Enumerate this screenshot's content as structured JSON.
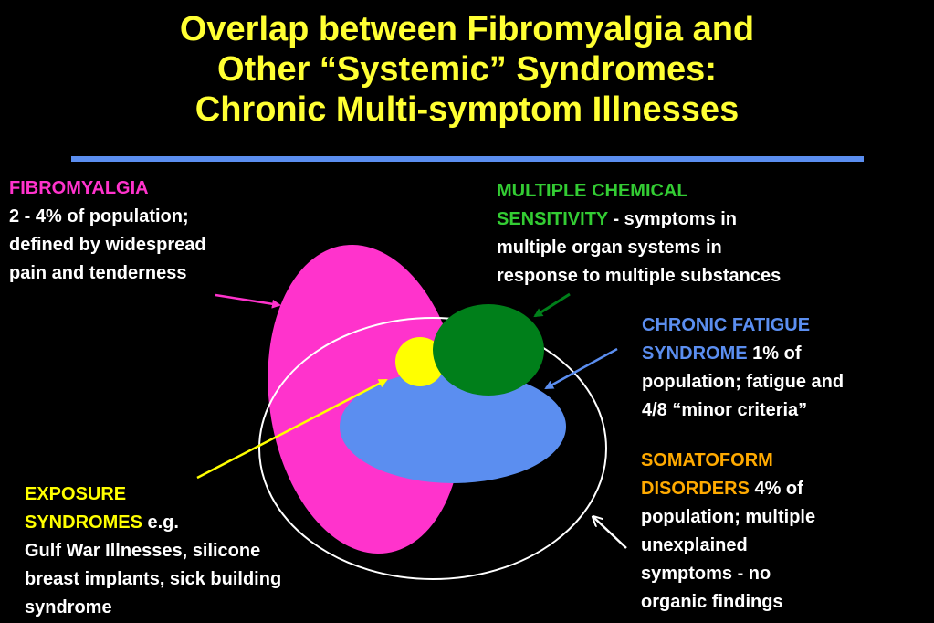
{
  "title": {
    "line1": "Overlap between Fibromyalgia and",
    "line2": "Other “Systemic” Syndromes:",
    "line3": "Chronic Multi-symptom Illnesses"
  },
  "colors": {
    "title": "#ffff33",
    "rule": "#5b8ef0",
    "fibromyalgia": "#ff33cc",
    "mcs": "#33cc33",
    "mcs_shape": "#007f1a",
    "cfs": "#5b8ef0",
    "somatoform": "#ffaa00",
    "exposure": "#ffff00",
    "body_text": "#ffffff"
  },
  "labels": {
    "fibromyalgia": {
      "name": "FIBROMYALGIA",
      "line1": "2 - 4% of population;",
      "line2": "defined by widespread",
      "line3": "pain and tenderness"
    },
    "mcs": {
      "name1": "MULTIPLE CHEMICAL",
      "name2": "SENSITIVITY",
      "desc2": " - symptoms in",
      "line3": "multiple organ systems in",
      "line4": "response to multiple substances"
    },
    "cfs": {
      "name1": "CHRONIC FATIGUE",
      "name2": "SYNDROME",
      "desc2": " 1% of",
      "line3": "population; fatigue and",
      "line4": "4/8 “minor criteria”"
    },
    "somatoform": {
      "name1": "SOMATOFORM",
      "name2": "DISORDERS",
      "desc2": " 4% of",
      "line3": "population; multiple",
      "line4": "unexplained",
      "line5": "symptoms - no",
      "line6": "organic findings"
    },
    "exposure": {
      "name1": "EXPOSURE",
      "name2": "SYNDROMES",
      "desc2": " e.g.",
      "line3": "Gulf War Illnesses, silicone",
      "line4": "breast implants, sick building",
      "line5": "syndrome"
    }
  }
}
